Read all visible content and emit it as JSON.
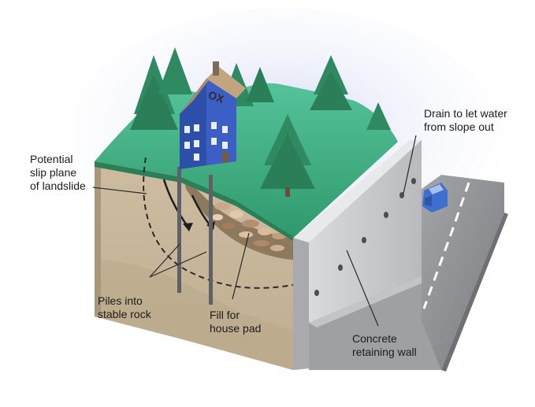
{
  "diagram": {
    "labels": {
      "slip_plane": [
        "Potential",
        "slip plane",
        "of landslide"
      ],
      "piles": [
        "Piles into",
        "stable rock"
      ],
      "fill": [
        "Fill for",
        "house pad"
      ],
      "drain": [
        "Drain to let water",
        "from slope out"
      ],
      "wall": [
        "Concrete",
        "retaining wall"
      ]
    },
    "house_sign": "OX",
    "colors": {
      "grass": "#3aa97a",
      "soil": "#c9b79c",
      "wall": "#c8c9cb",
      "house": "#3b5fc4",
      "road": "#8d8e91",
      "car": "#3f6ed1",
      "sky_glow": "#dfe3f7"
    }
  }
}
